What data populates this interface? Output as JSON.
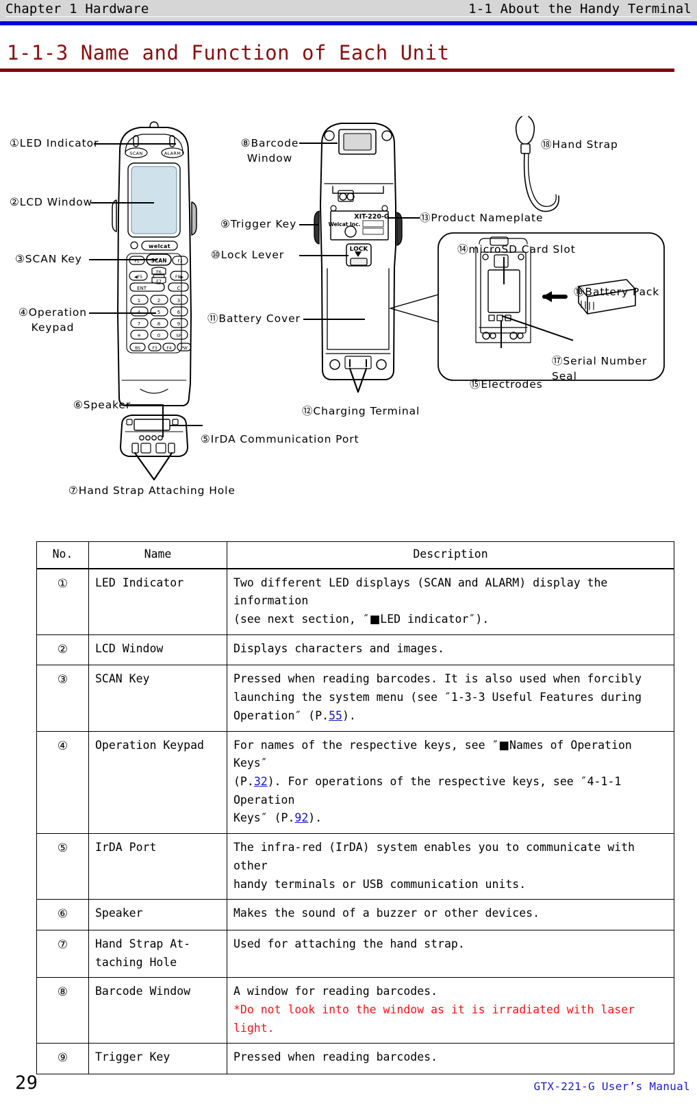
{
  "header": {
    "chapter": "Chapter 1 Hardware",
    "section": "1-1 About the Handy Terminal"
  },
  "section_title": "1-1-3 Name and Function of Each Unit",
  "figure": {
    "callouts": [
      {
        "id": "1",
        "marker": "①",
        "label": "LED Indicator"
      },
      {
        "id": "2",
        "marker": "②",
        "label": "LCD Window"
      },
      {
        "id": "3",
        "marker": "③",
        "label": "SCAN Key"
      },
      {
        "id": "4",
        "marker": "④",
        "label": "Operation\nKeypad"
      },
      {
        "id": "5",
        "marker": "⑤",
        "label": "IrDA Communication Port"
      },
      {
        "id": "6",
        "marker": "⑥",
        "label": "Speaker"
      },
      {
        "id": "7",
        "marker": "⑦",
        "label": "Hand Strap Attaching Hole"
      },
      {
        "id": "8",
        "marker": "⑧",
        "label": "Barcode\nWindow"
      },
      {
        "id": "9",
        "marker": "⑨",
        "label": "Trigger Key"
      },
      {
        "id": "10",
        "marker": "⑩",
        "label": "Lock Lever"
      },
      {
        "id": "11",
        "marker": "⑪",
        "label": "Battery Cover"
      },
      {
        "id": "12",
        "marker": "⑫",
        "label": "Charging Terminal"
      },
      {
        "id": "13",
        "marker": "⑬",
        "label": "Product Nameplate"
      },
      {
        "id": "14",
        "marker": "⑭",
        "label": "microSD Card Slot"
      },
      {
        "id": "15",
        "marker": "⑮",
        "label": "Electrodes"
      },
      {
        "id": "16",
        "marker": "⑯",
        "label": "Battery Pack"
      },
      {
        "id": "17",
        "marker": "⑰",
        "label": "Serial Number\nSeal"
      },
      {
        "id": "18",
        "marker": "⑱",
        "label": "Hand Strap"
      }
    ],
    "device": {
      "led_scan_label": "SCAN",
      "led_alarm_label": "ALARM",
      "brand": "welcat",
      "nameplate_model": "XIT-220-G",
      "nameplate_company": "Welcat Inc.",
      "lock_label": "LOCK",
      "keys": {
        "row_function": [
          "F1",
          "SCAN",
          "F2"
        ],
        "row_nav_left": "F5",
        "row_nav_right": "F8",
        "row_nav_up": "F6",
        "row_nav_down": "F7",
        "row_enter": [
          "ENT",
          "C"
        ],
        "row_1": [
          "1",
          "2",
          "3"
        ],
        "row_2": [
          "4",
          "5",
          "6"
        ],
        "row_3": [
          "7",
          "8",
          "9"
        ],
        "row_4": [
          "※",
          "0",
          "SF"
        ],
        "row_bottom": [
          "BS",
          "F3",
          "F4",
          "PW"
        ]
      }
    }
  },
  "table": {
    "columns": [
      "No.",
      "Name",
      "Description"
    ],
    "rows": [
      {
        "no": "①",
        "name": "LED Indicator",
        "desc_lines": [
          "Two different LED displays (SCAN and ALARM) display the information",
          "(see next section, ″■LED indicator″)."
        ]
      },
      {
        "no": "②",
        "name": "LCD Window",
        "desc_lines": [
          "Displays characters and images."
        ]
      },
      {
        "no": "③",
        "name": "SCAN Key",
        "desc_lines": [
          "Pressed when reading barcodes. It is also used when forcibly",
          "launching the system menu (see ″1-3-3 Useful Features during",
          "Operation″ (P.55)."
        ],
        "refs": [
          "55"
        ]
      },
      {
        "no": "④",
        "name": "Operation Keypad",
        "desc_lines": [
          "For names of the respective keys, see ″■Names of Operation Keys″",
          "(P.32). For operations of the respective keys, see ″4-1-1 Operation",
          "Keys″ (P.92)."
        ],
        "refs": [
          "32",
          "92"
        ]
      },
      {
        "no": "⑤",
        "name": "IrDA Port",
        "desc_lines": [
          "The infra-red (IrDA) system enables you to communicate with other",
          "handy terminals or USB communication units."
        ]
      },
      {
        "no": "⑥",
        "name": "Speaker",
        "desc_lines": [
          "Makes the sound of a buzzer or other devices."
        ]
      },
      {
        "no": "⑦",
        "name": "Hand Strap At-\ntaching Hole",
        "desc_lines": [
          "Used for attaching the hand strap."
        ]
      },
      {
        "no": "⑧",
        "name": "Barcode Window",
        "desc_lines": [
          "A window for reading barcodes."
        ],
        "warning": "*Do not look into the window as it is irradiated with laser light."
      },
      {
        "no": "⑨",
        "name": "Trigger Key",
        "desc_lines": [
          "Pressed when reading barcodes."
        ]
      }
    ]
  },
  "footer": {
    "page_number": "29",
    "manual_name": "GTX-221-G User’s Manual"
  },
  "colors": {
    "header_band": "#d6d6d6",
    "header_rule": "#0000e6",
    "title": "#8a0f0f",
    "title_rule": "#7d0b0b",
    "page_ref": "#1414d2",
    "warning": "#ff1010",
    "manual_name": "#1a1ad0",
    "lcd": "#cfe2ec"
  }
}
